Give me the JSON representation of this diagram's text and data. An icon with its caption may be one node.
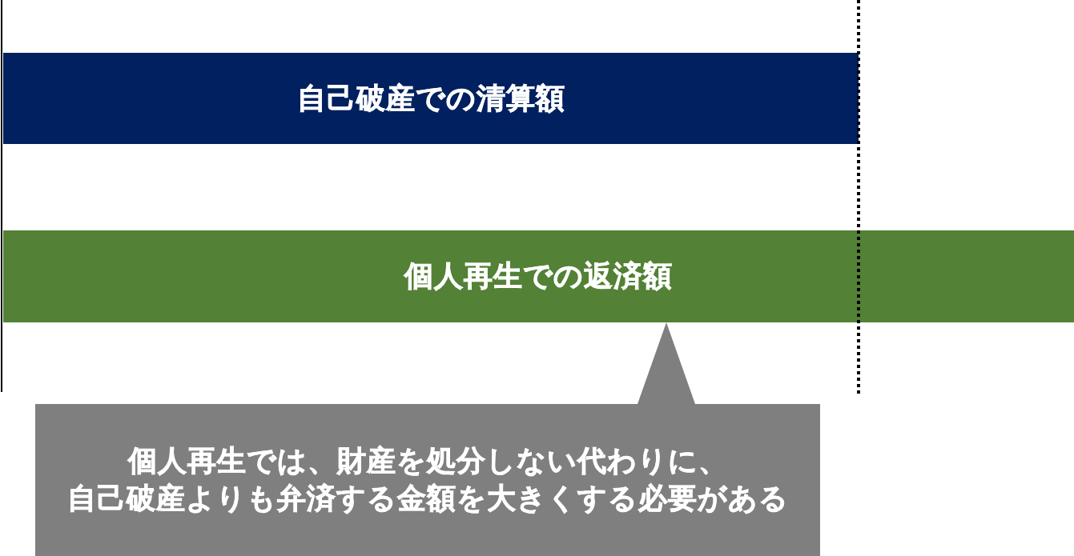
{
  "diagram": {
    "nodes": [
      {
        "text": [
          "自己破産での清算額"
        ]
      },
      {
        "text": [
          "個人再生での返済額"
        ]
      },
      {
        "text": [
          "個人再生では、財産を処分しない代わりに、自己破産よりも弁済する金額を大きくする必要がある"
        ]
      }
    ],
    "edges": [
      {
        "from": 2,
        "to": 1,
        "arrow": "to"
      }
    ]
  }
}
